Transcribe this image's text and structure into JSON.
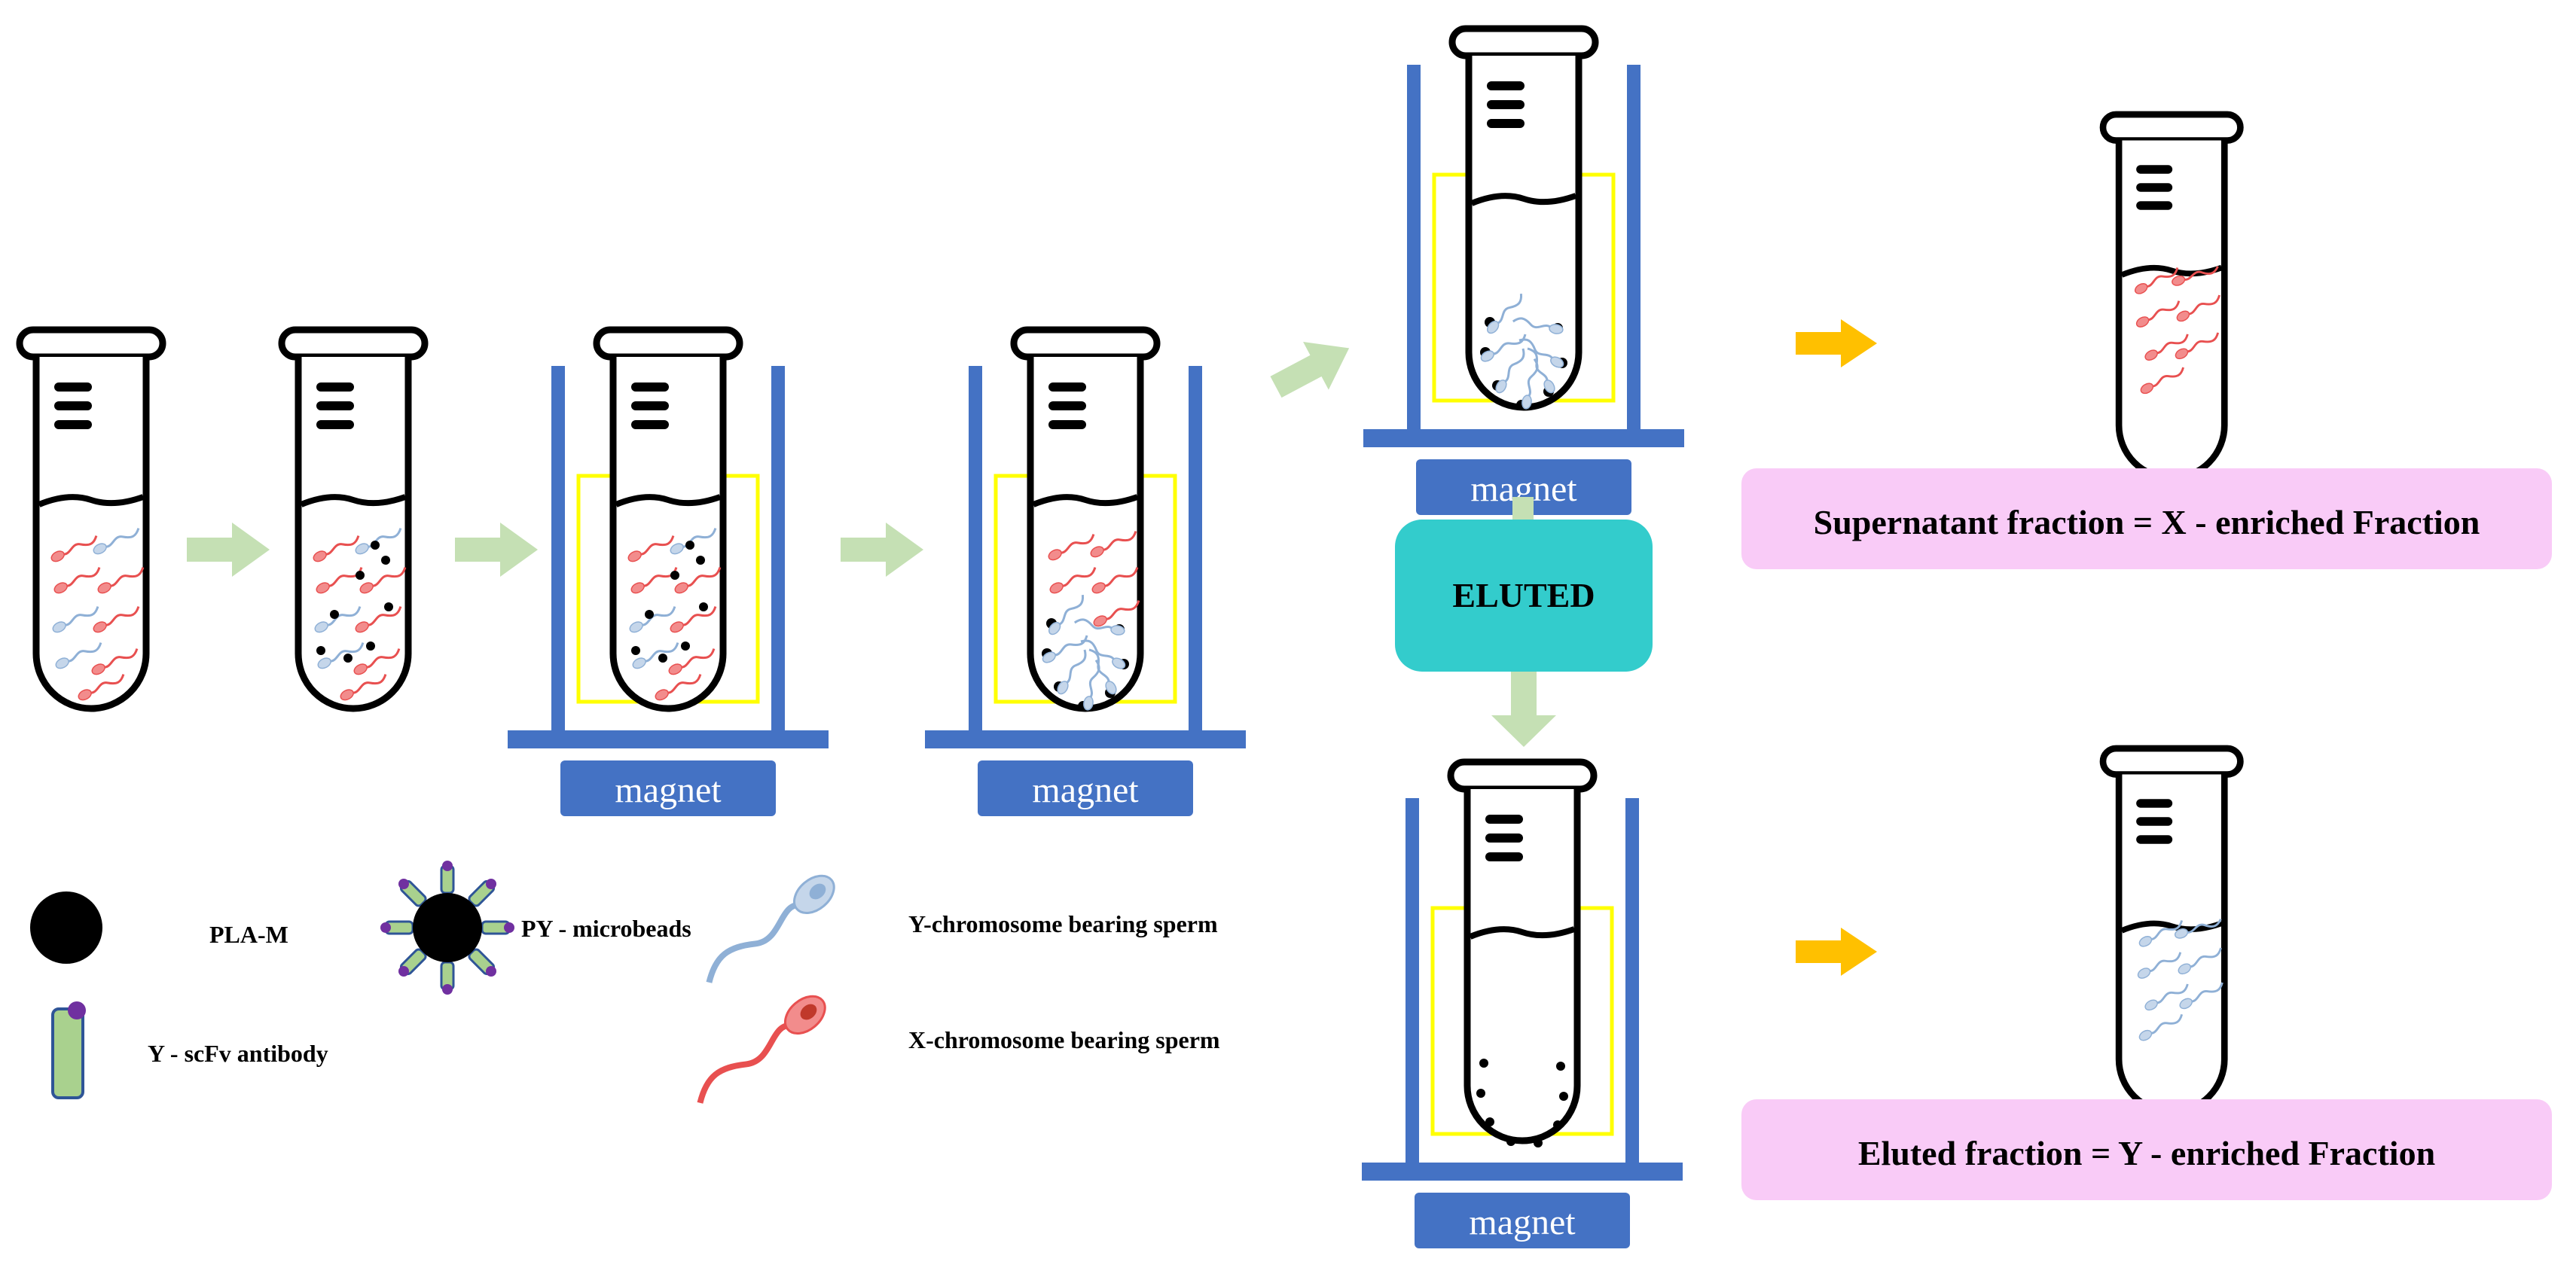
{
  "labels": {
    "magnet": "magnet",
    "eluted": "ELUTED",
    "supernatant_fraction": "Supernatant fraction = X - enriched Fraction",
    "eluted_fraction": "Eluted fraction = Y - enriched Fraction"
  },
  "legend": {
    "pla_m": "PLA-M",
    "py_microbeads": "PY - microbeads",
    "y_scfv": "Y - scFv antibody",
    "y_sperm": "Y-chromosome bearing sperm",
    "x_sperm": "X-chromosome bearing sperm"
  },
  "colors": {
    "magnet_blue": "#4472c4",
    "magnet_yellow": "#ffff00",
    "arrow_green": "#c5e0b4",
    "arrow_orange": "#ffc000",
    "eluted_box": "#33cccc",
    "fraction_box": "#f9cbf7",
    "x_sperm_red": "#e85050",
    "y_sperm_blue": "#9db8d8",
    "bead_black": "#000000"
  }
}
